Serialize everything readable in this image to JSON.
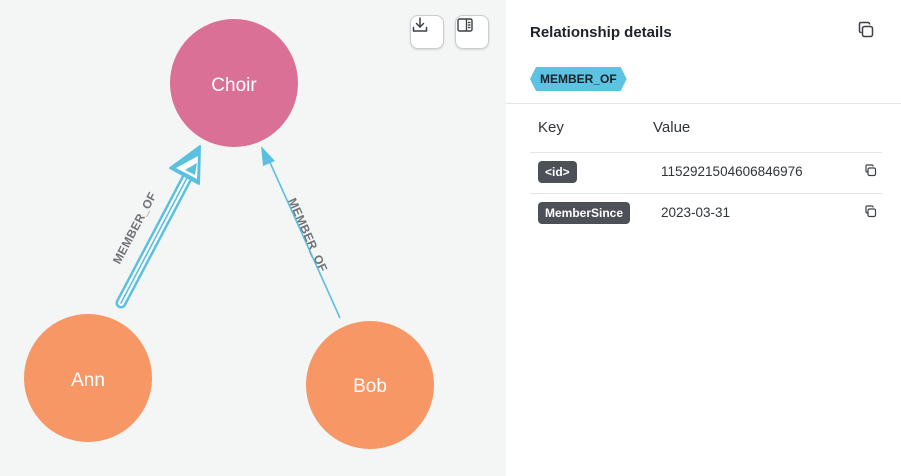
{
  "graph": {
    "nodes": [
      {
        "label": "Choir",
        "color": "#da7095"
      },
      {
        "label": "Ann",
        "color": "#f69765"
      },
      {
        "label": "Bob",
        "color": "#f69765"
      }
    ],
    "relationships": [
      {
        "label": "MEMBER_OF",
        "from": "Ann",
        "to": "Choir",
        "selected": true
      },
      {
        "label": "MEMBER_OF",
        "from": "Bob",
        "to": "Choir",
        "selected": false
      }
    ],
    "toolbar": {
      "download_icon": "download-icon",
      "toggle_icon": "panel-toggle-icon"
    },
    "edge_color": "#5bc0e0"
  },
  "details": {
    "title": "Relationship details",
    "type_badge": "MEMBER_OF",
    "badge_color": "#5cc3e3",
    "columns": {
      "key": "Key",
      "value": "Value"
    },
    "properties": [
      {
        "key": "<id>",
        "value": "1152921504606846976"
      },
      {
        "key": "MemberSince",
        "value": "2023-03-31"
      }
    ]
  }
}
